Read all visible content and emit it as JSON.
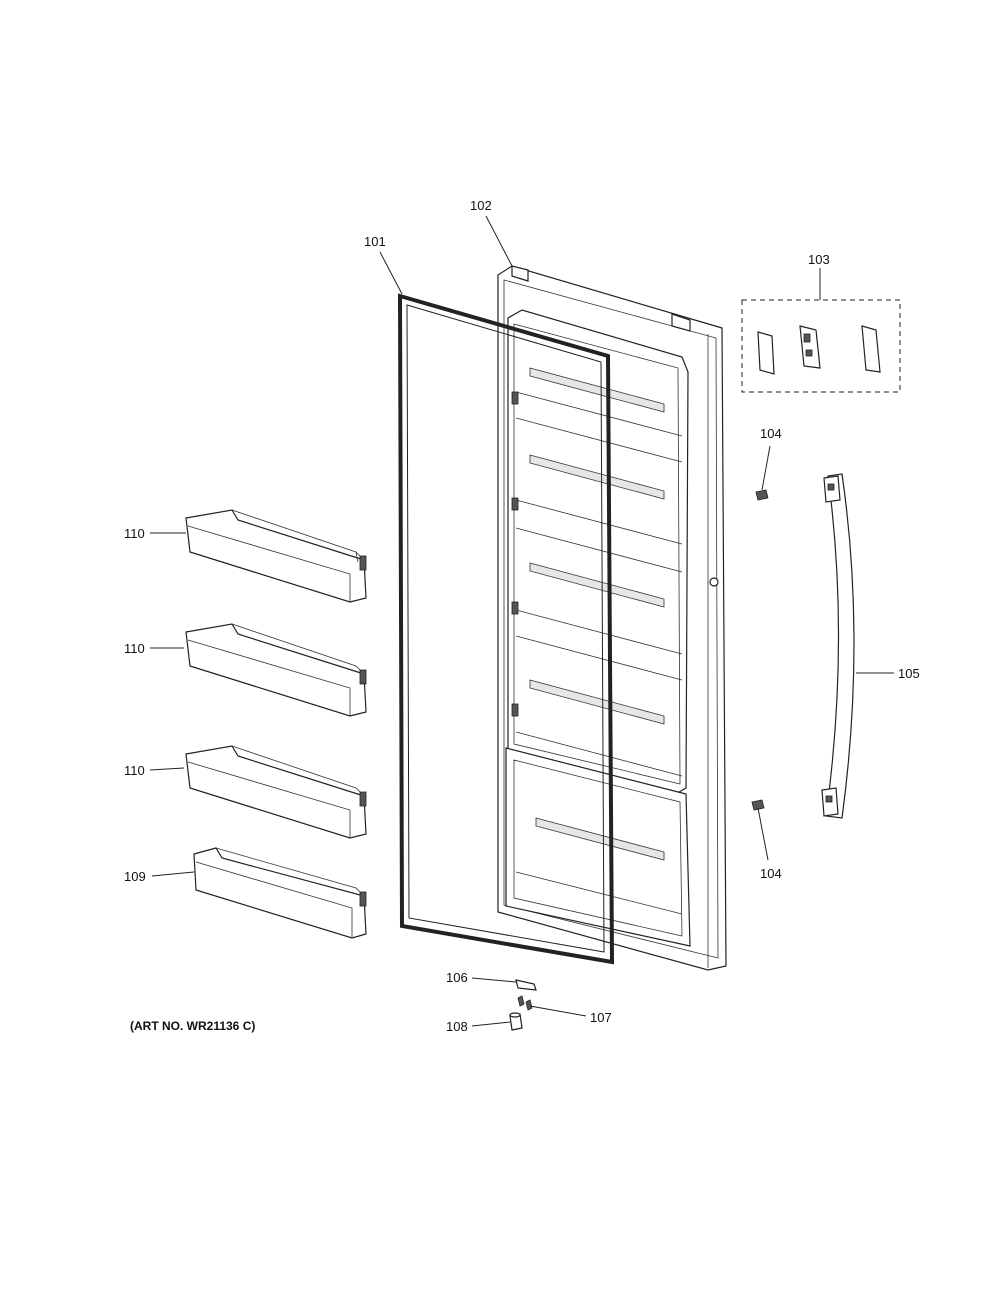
{
  "art_number": "(ART NO. WR21136 C)",
  "callouts": {
    "c101": "101",
    "c102": "102",
    "c103": "103",
    "c104_top": "104",
    "c104_bottom": "104",
    "c105": "105",
    "c106": "106",
    "c107": "107",
    "c108": "108",
    "c109": "109",
    "c110_a": "110",
    "c110_b": "110",
    "c110_c": "110"
  }
}
